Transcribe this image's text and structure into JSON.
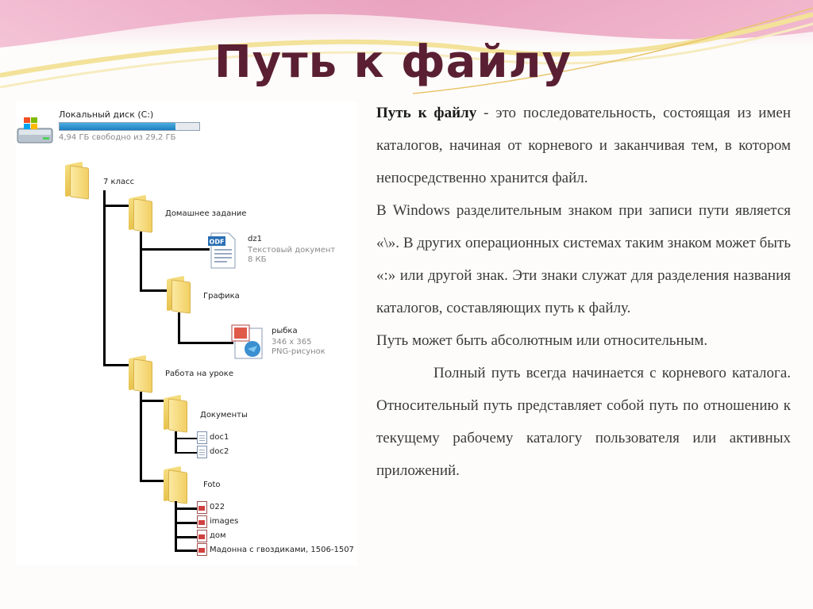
{
  "slide": {
    "title": "Путь к файлу"
  },
  "tree": {
    "drive": {
      "name": "Локальный диск (C:)",
      "free": "4,94 ГБ свободно из 29,2 ГБ",
      "used_fraction": 0.83
    },
    "folder_7klass": "7 класс",
    "folder_home": "Домашнее задание",
    "file_dz1": {
      "name": "dz1",
      "type": "Текстовый документ",
      "size": "8 КБ",
      "badge": "ODF"
    },
    "folder_grafika": "Графика",
    "file_rybka": {
      "name": "рыбка",
      "dims": "346 x 365",
      "type": "PNG-рисунок"
    },
    "folder_urok": "Работа на уроке",
    "folder_docs": "Документы",
    "docs": [
      "doc1",
      "doc2"
    ],
    "folder_foto": "Foto",
    "photos": [
      "022",
      "images",
      "дом",
      "Мадонна с гвоздиками, 1506-1507"
    ]
  },
  "text": {
    "p1_term": "Путь к файлу",
    "p1_rest": " - это последовательность, состоящая из имен каталогов, начиная от корневого и заканчивая тем, в котором непосредственно хранится файл.",
    "p2": "В Windows разделительным знаком при записи пути является «\\». В других операционных системах таким знаком может быть «:» или другой знак. Эти знаки служат для разделения названия каталогов, составляющих путь к файлу.",
    "p3": "Путь может быть абсолютным или относительным.",
    "p4": "Полный путь всегда начинается с корневого каталога. Относительный путь представляет собой путь по отношению к текущему рабочему каталогу пользователя или активных приложений."
  },
  "colors": {
    "title": "#5a1f33",
    "wave_pink": "#e8a0c0",
    "wave_yellow": "#f3e29a"
  }
}
